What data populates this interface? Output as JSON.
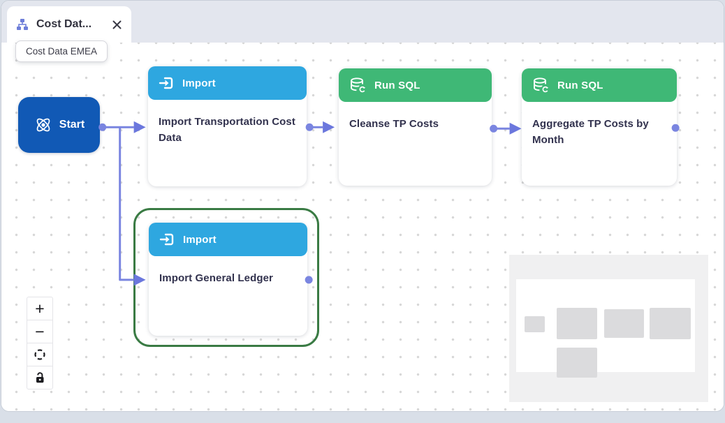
{
  "tab": {
    "label": "Cost Dat...",
    "tooltip": "Cost Data EMEA"
  },
  "nodes": {
    "start": {
      "label": "Start",
      "color": "#1159b5"
    },
    "import_transport": {
      "header": "Import",
      "title": "Import Transportation Cost Data",
      "header_color": "#2ea7e0"
    },
    "cleanse": {
      "header": "Run SQL",
      "title": "Cleanse TP Costs",
      "header_color": "#3fb876"
    },
    "aggregate": {
      "header": "Run SQL",
      "title": "Aggregate TP Costs by Month",
      "header_color": "#3fb876"
    },
    "import_gl": {
      "header": "Import",
      "title": "Import General Ledger",
      "header_color": "#2ea7e0",
      "selected": true,
      "selection_color": "#3a7b44"
    }
  },
  "connectors": {
    "color": "#7a85e0",
    "edges": [
      {
        "from": "Start",
        "to": "Import Transportation Cost Data"
      },
      {
        "from": "Start",
        "to": "Import General Ledger"
      },
      {
        "from": "Import Transportation Cost Data",
        "to": "Cleanse TP Costs"
      },
      {
        "from": "Cleanse TP Costs",
        "to": "Aggregate TP Costs by Month"
      }
    ]
  },
  "controls": {
    "zoom_in": "+",
    "zoom_out": "−"
  },
  "icons": {
    "tab": "workflow-tree-icon",
    "tab_close": "close-icon",
    "start": "orbit-icon",
    "import": "import-enter-icon",
    "run_sql": "database-sync-icon",
    "fit": "fit-screen-icon",
    "lock": "unlock-icon"
  },
  "colors": {
    "tabbar_bg": "#e3e6ee",
    "canvas_dot": "#d7d7d7",
    "title_text": "#32324e",
    "minimap_bg": "#f0f0f1",
    "minimap_box": "#dbdbdd"
  }
}
